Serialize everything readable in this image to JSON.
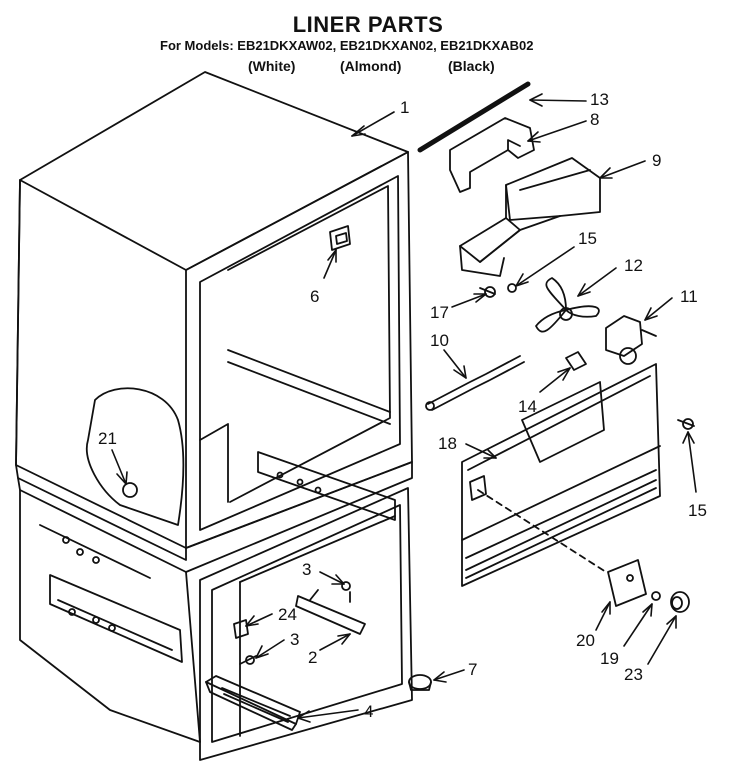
{
  "header": {
    "title": "LINER PARTS",
    "models_line": "For Models: EB21DKXAW02, EB21DKXAN02, EB21DKXAB02",
    "variants": [
      "(White)",
      "(Almond)",
      "(Black)"
    ]
  },
  "callouts": [
    {
      "id": "c1",
      "label": "1"
    },
    {
      "id": "c13",
      "label": "13"
    },
    {
      "id": "c8",
      "label": "8"
    },
    {
      "id": "c9",
      "label": "9"
    },
    {
      "id": "c15a",
      "label": "15"
    },
    {
      "id": "c12",
      "label": "12"
    },
    {
      "id": "c11",
      "label": "11"
    },
    {
      "id": "c17",
      "label": "17"
    },
    {
      "id": "c10",
      "label": "10"
    },
    {
      "id": "c14",
      "label": "14"
    },
    {
      "id": "c6",
      "label": "6"
    },
    {
      "id": "c21",
      "label": "21"
    },
    {
      "id": "c18",
      "label": "18"
    },
    {
      "id": "c15b",
      "label": "15"
    },
    {
      "id": "c3a",
      "label": "3"
    },
    {
      "id": "c24",
      "label": "24"
    },
    {
      "id": "c3b",
      "label": "3"
    },
    {
      "id": "c2",
      "label": "2"
    },
    {
      "id": "c20",
      "label": "20"
    },
    {
      "id": "c19",
      "label": "19"
    },
    {
      "id": "c23",
      "label": "23"
    },
    {
      "id": "c7",
      "label": "7"
    },
    {
      "id": "c4",
      "label": "4"
    }
  ]
}
